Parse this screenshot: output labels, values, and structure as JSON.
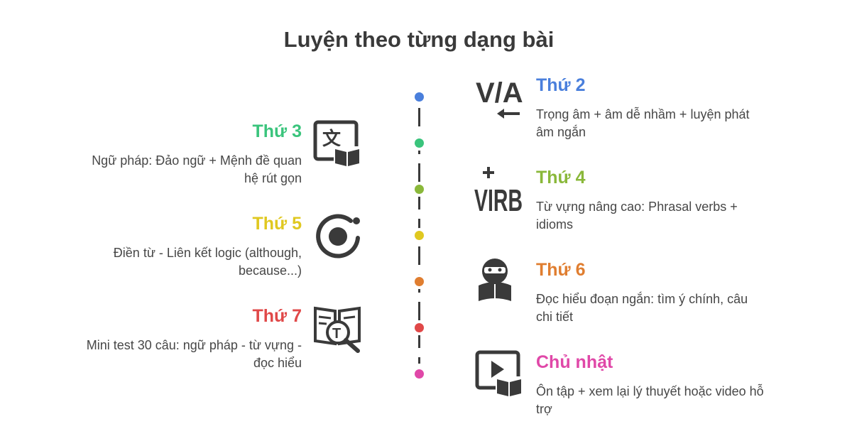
{
  "title": "Luyện theo từng dạng bài",
  "colors": {
    "text": "#3a3a3a",
    "blue": "#4a7fdc",
    "green": "#3ac47c",
    "lime": "#8ab83a",
    "yellow": "#e0c820",
    "orange": "#e07e30",
    "red": "#e04848",
    "pink": "#e048a8"
  },
  "items": [
    {
      "day": "Thứ 2",
      "desc": "Trọng âm + âm dễ nhầm + luyện phát âm ngắn",
      "color": "#4a7fdc",
      "icon": "va-pronunciation-icon"
    },
    {
      "day": "Thứ 3",
      "desc": "Ngữ pháp: Đảo ngữ + Mệnh đề quan hệ rút gọn",
      "color": "#3ac47c",
      "icon": "translate-book-icon"
    },
    {
      "day": "Thứ 4",
      "desc": "Từ vựng nâng cao: Phrasal verbs + idioms",
      "color": "#8ab83a",
      "icon": "verb-icon"
    },
    {
      "day": "Thứ 5",
      "desc": "Điền từ - Liên kết logic (although, because...)",
      "color": "#e0c820",
      "icon": "target-ring-icon"
    },
    {
      "day": "Thứ 6",
      "desc": "Đọc hiểu đoạn ngắn: tìm ý chính, câu chi tiết",
      "color": "#e07e30",
      "icon": "ninja-reader-icon"
    },
    {
      "day": "Thứ 7",
      "desc": "Mini test 30 câu: ngữ pháp - từ vựng - đọc hiểu",
      "color": "#e04848",
      "icon": "book-search-icon"
    },
    {
      "day": "Chủ nhật",
      "desc": "Ôn tập + xem lại lý thuyết hoặc video hỗ trợ",
      "color": "#e048a8",
      "icon": "video-book-icon"
    }
  ]
}
